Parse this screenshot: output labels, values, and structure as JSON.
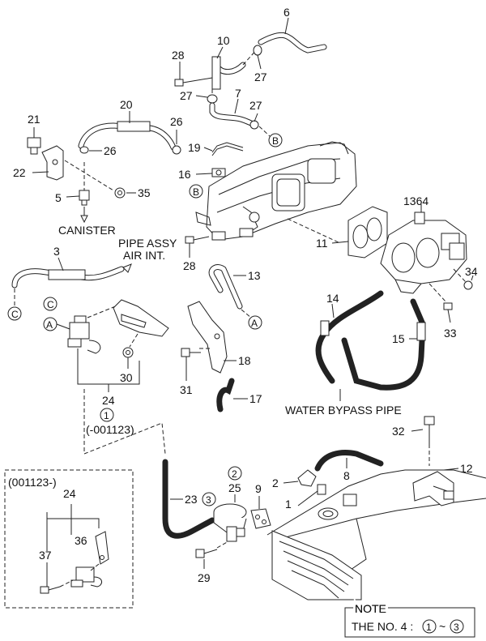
{
  "labels": {
    "n1": "1",
    "n2": "2",
    "n3": "3",
    "n5": "5",
    "n6": "6",
    "n7": "7",
    "n8": "8",
    "n9": "9",
    "n10": "10",
    "n11": "11",
    "n12": "12",
    "n13": "13",
    "n14": "14",
    "n15": "15",
    "n16": "16",
    "n17": "17",
    "n18": "18",
    "n19": "19",
    "n20": "20",
    "n21": "21",
    "n22": "22",
    "n23": "23",
    "n24": "24",
    "n24b": "24",
    "n25": "25",
    "n26a": "26",
    "n26b": "26",
    "n27a": "27",
    "n27b": "27",
    "n27c": "27",
    "n28a": "28",
    "n28b": "28",
    "n29": "29",
    "n30": "30",
    "n31": "31",
    "n32": "32",
    "n33": "33",
    "n34": "34",
    "n35": "35",
    "n36": "36",
    "n37": "37",
    "n1364": "1364"
  },
  "callouts": {
    "canister": "CANISTER",
    "pipe_assy_1": "PIPE ASSY",
    "pipe_assy_2": "AIR INT.",
    "water_bypass": "WATER BYPASS PIPE",
    "date_range_main": "(-001123)",
    "date_range_inset": "(001123-)"
  },
  "markers": {
    "A": "A",
    "B": "B",
    "C": "C",
    "c1": "1",
    "c2": "2",
    "c3": "3"
  },
  "note": {
    "title": "NOTE",
    "text": "THE NO. 4 :",
    "range_from": "1",
    "tilde": "~",
    "range_to": "3"
  }
}
